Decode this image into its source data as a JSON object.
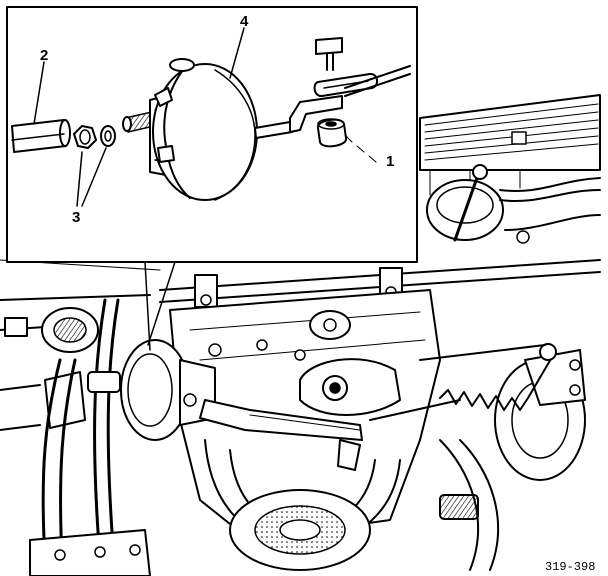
{
  "callouts": {
    "c1": "1",
    "c2": "2",
    "c3": "3",
    "c4": "4"
  },
  "reference": "319-398",
  "colors": {
    "ink": "#000000",
    "paper": "#ffffff"
  }
}
